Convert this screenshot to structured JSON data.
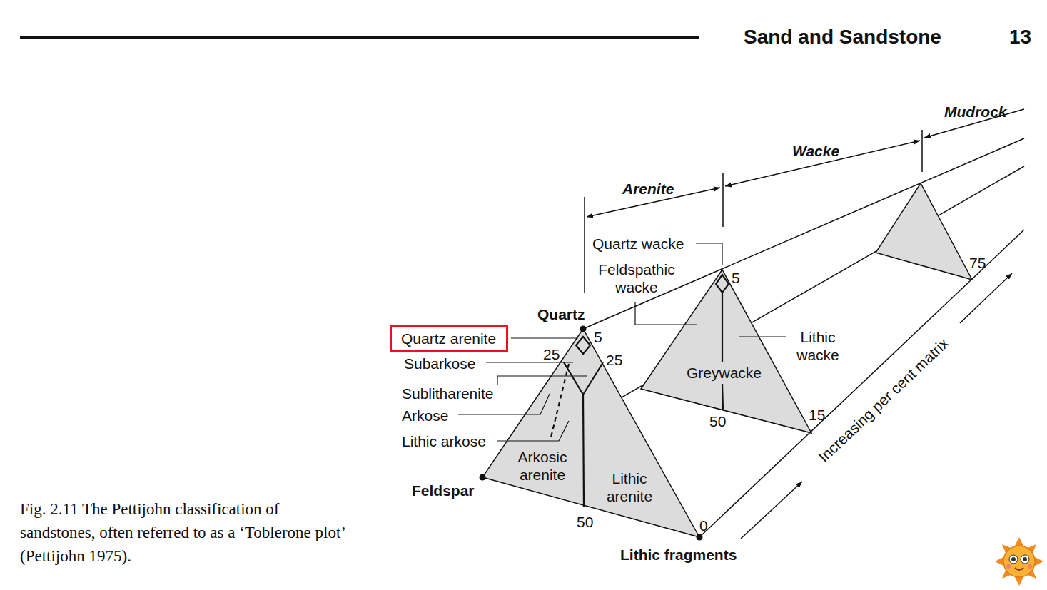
{
  "diagram": {
    "caption": "Fig. 2.11 The Pettijohn classification of sandstones, often referred to as a ‘Toblerone plot’ (Pettijohn 1975).",
    "nodes": [
      {
        "text": [
          "Quartz arenite"
        ]
      }
    ],
    "labels": [
      "Sand and Sandstone",
      "13",
      "Mudrock",
      "Wacke",
      "Arenite",
      "Quartz wacke",
      "Feldspathic wacke",
      "Quartz",
      "5",
      "Subarkose",
      "25",
      "25",
      "Sublitharenite",
      "Arkose",
      "Lithic arkose",
      "Arkosic arenite",
      "Lithic arenite",
      "Feldspar",
      "50",
      "0",
      "Lithic fragments",
      "5",
      "Lithic wacke",
      "Greywacke",
      "50",
      "15",
      "75",
      "Increasing per cent matrix"
    ]
  }
}
